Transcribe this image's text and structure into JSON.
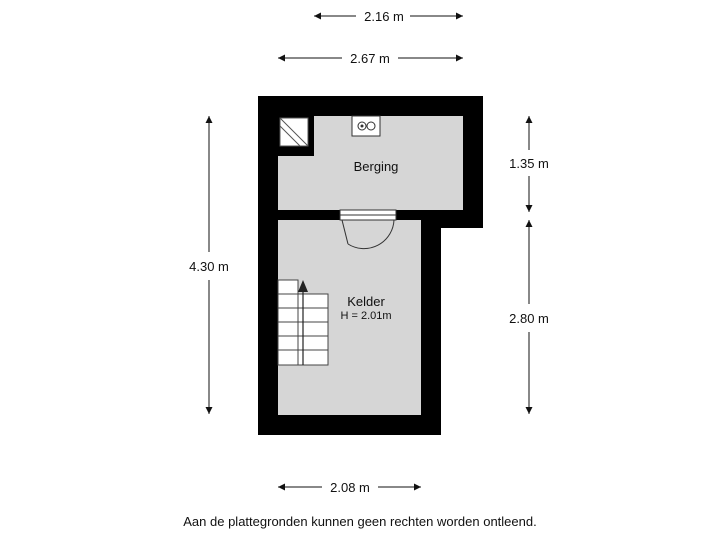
{
  "dimensions": {
    "top_inner": "2.16 m",
    "top_outer": "2.67 m",
    "left_height": "4.30 m",
    "right_upper": "1.35 m",
    "right_lower": "2.80 m",
    "bottom_width": "2.08 m"
  },
  "rooms": {
    "berging": {
      "name": "Berging"
    },
    "kelder": {
      "name": "Kelder",
      "height": "H = 2.01m"
    }
  },
  "disclaimer": "Aan de plattegronden kunnen geen rechten worden ontleend.",
  "colors": {
    "wall": "#000000",
    "floor": "#d6d6d6",
    "line": "#111111"
  }
}
